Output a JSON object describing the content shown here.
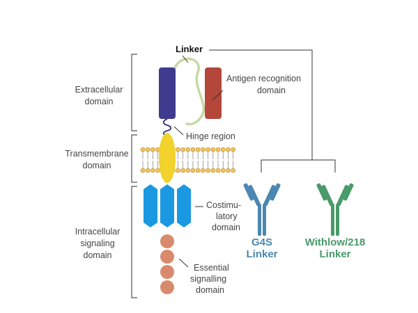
{
  "labels": {
    "linker": "Linker",
    "extracellular_line1": "Extracellular",
    "extracellular_line2": "domain",
    "transmembrane_line1": "Transmembrane",
    "transmembrane_line2": "domain",
    "intracellular_line1": "Intracellular",
    "intracellular_line2": "signaling",
    "intracellular_line3": "domain",
    "antigen_line1": "Antigen recognition",
    "antigen_line2": "domain",
    "hinge": "Hinge region",
    "costim_line1": "Costimu-",
    "costim_line2": "latory",
    "costim_line3": "domain",
    "essential_line1": "Essential",
    "essential_line2": "signalling",
    "essential_line3": "domain",
    "g4s_line1": "G4S",
    "g4s_line2": "Linker",
    "withlow_line1": "Withlow/218",
    "withlow_line2": "Linker"
  },
  "colors": {
    "vh_domain": "#3f3b8f",
    "vl_domain": "#b5463a",
    "linker_curve": "#c5d9a3",
    "hinge_coil": "#2f2f6e",
    "transmembrane": "#f2d22b",
    "costimulatory": "#1a98e2",
    "essential": "#d98a6c",
    "membrane_head": "#f3c35a",
    "g4s": "#4b87b0",
    "withlow": "#4a9a6a",
    "bracket": "#555555"
  }
}
